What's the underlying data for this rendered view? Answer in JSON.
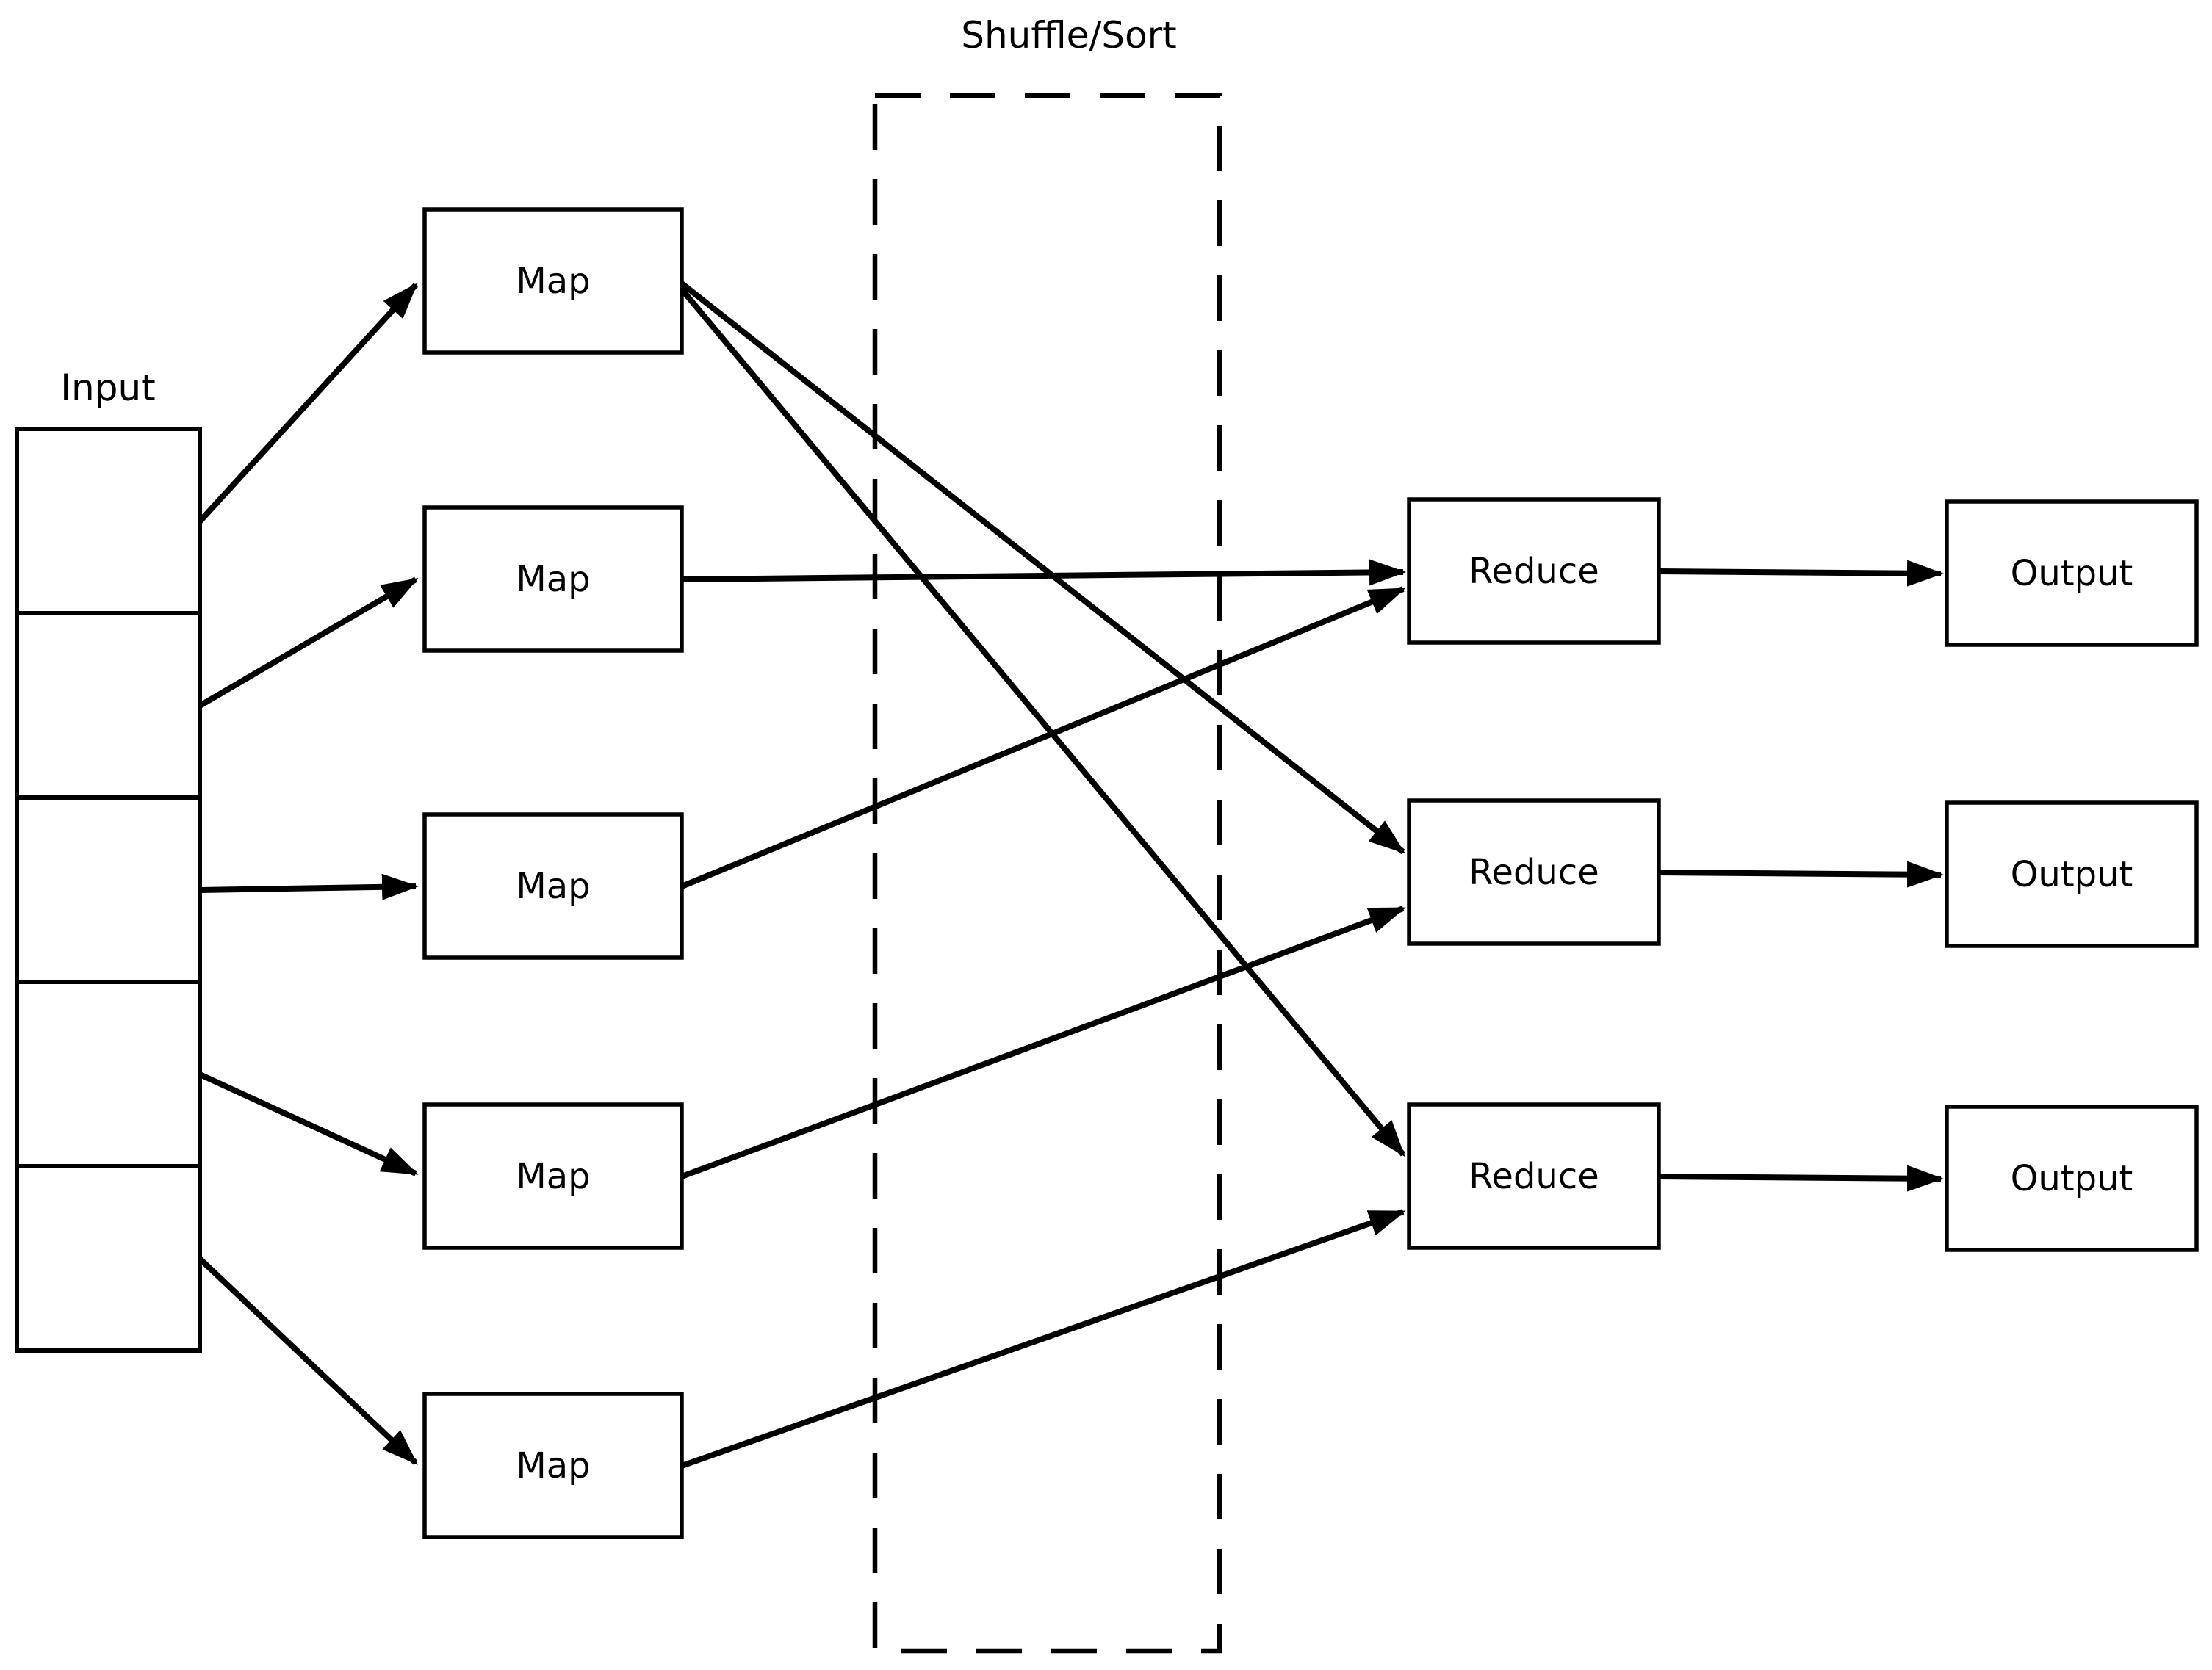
{
  "colors": {
    "stroke": "#000000",
    "background": "#ffffff",
    "text": "#000000"
  },
  "diagram": {
    "type": "mapreduce-flow",
    "labels": {
      "input": "Input",
      "shuffle_sort": "Shuffle/Sort"
    },
    "input_stack": {
      "cell_count": 5
    },
    "maps": [
      {
        "label": "Map"
      },
      {
        "label": "Map"
      },
      {
        "label": "Map"
      },
      {
        "label": "Map"
      },
      {
        "label": "Map"
      }
    ],
    "reduces": [
      {
        "label": "Reduce"
      },
      {
        "label": "Reduce"
      },
      {
        "label": "Reduce"
      }
    ],
    "outputs": [
      {
        "label": "Output"
      },
      {
        "label": "Output"
      },
      {
        "label": "Output"
      }
    ],
    "edges": [
      {
        "from": "input-cell-1",
        "to": "map-1"
      },
      {
        "from": "input-cell-2",
        "to": "map-2"
      },
      {
        "from": "input-cell-3",
        "to": "map-3"
      },
      {
        "from": "input-cell-4",
        "to": "map-4"
      },
      {
        "from": "input-cell-5",
        "to": "map-5"
      },
      {
        "from": "map-1",
        "to": "reduce-2"
      },
      {
        "from": "map-1",
        "to": "reduce-3"
      },
      {
        "from": "map-2",
        "to": "reduce-1"
      },
      {
        "from": "map-3",
        "to": "reduce-1"
      },
      {
        "from": "map-4",
        "to": "reduce-2"
      },
      {
        "from": "map-5",
        "to": "reduce-3"
      },
      {
        "from": "reduce-1",
        "to": "output-1"
      },
      {
        "from": "reduce-2",
        "to": "output-2"
      },
      {
        "from": "reduce-3",
        "to": "output-3"
      }
    ]
  }
}
